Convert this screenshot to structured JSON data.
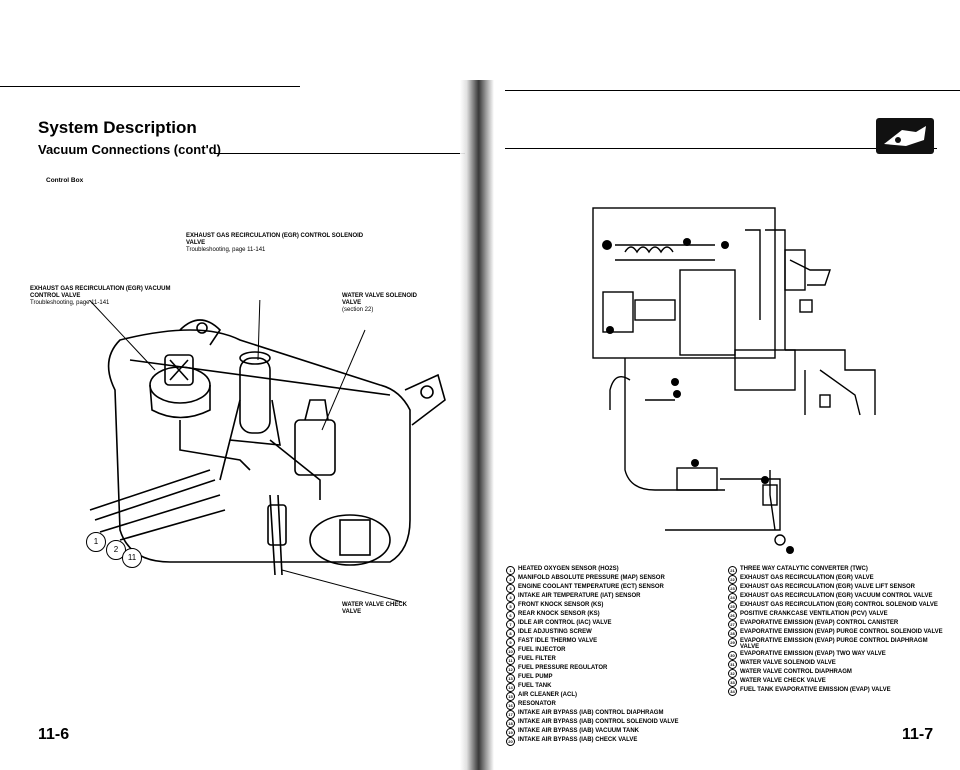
{
  "left_page": {
    "heading": "System Description",
    "subheading": "Vacuum Connections (cont'd)",
    "section_label": "Control Box",
    "callout_egr_solenoid": {
      "title": "EXHAUST GAS RECIRCULATION (EGR) CONTROL SOLENOID VALVE",
      "note": "Troubleshooting, page 11-141"
    },
    "callout_egr_vacuum": {
      "title": "EXHAUST GAS RECIRCULATION (EGR) VACUUM CONTROL VALVE",
      "note": "Troubleshooting, page 11-141"
    },
    "callout_water_solenoid": {
      "title": "WATER VALVE SOLENOID VALVE",
      "note": "(section 22)"
    },
    "callout_water_check": {
      "title": "WATER VALVE CHECK VALVE"
    },
    "numbered_callouts": [
      "1",
      "2",
      "11"
    ],
    "page_number": "11-6"
  },
  "right_page": {
    "page_number": "11-7",
    "legend_left": [
      {
        "n": "1",
        "text": "HEATED OXYGEN SENSOR (HO2S)"
      },
      {
        "n": "2",
        "text": "MANIFOLD ABSOLUTE PRESSURE (MAP) SENSOR"
      },
      {
        "n": "3",
        "text": "ENGINE COOLANT TEMPERATURE (ECT) SENSOR"
      },
      {
        "n": "4",
        "text": "INTAKE AIR TEMPERATURE (IAT) SENSOR"
      },
      {
        "n": "5",
        "text": "FRONT KNOCK SENSOR (KS)"
      },
      {
        "n": "6",
        "text": "REAR KNOCK SENSOR (KS)"
      },
      {
        "n": "7",
        "text": "IDLE AIR CONTROL (IAC) VALVE"
      },
      {
        "n": "8",
        "text": "IDLE ADJUSTING SCREW"
      },
      {
        "n": "9",
        "text": "FAST IDLE THERMO VALVE"
      },
      {
        "n": "10",
        "text": "FUEL INJECTOR"
      },
      {
        "n": "11",
        "text": "FUEL FILTER"
      },
      {
        "n": "12",
        "text": "FUEL PRESSURE REGULATOR"
      },
      {
        "n": "13",
        "text": "FUEL PUMP"
      },
      {
        "n": "14",
        "text": "FUEL TANK"
      },
      {
        "n": "15",
        "text": "AIR CLEANER (ACL)"
      },
      {
        "n": "16",
        "text": "RESONATOR"
      },
      {
        "n": "17",
        "text": "INTAKE AIR BYPASS (IAB) CONTROL DIAPHRAGM"
      },
      {
        "n": "18",
        "text": "INTAKE AIR BYPASS (IAB) CONTROL SOLENOID VALVE"
      },
      {
        "n": "19",
        "text": "INTAKE AIR BYPASS (IAB) VACUUM TANK"
      },
      {
        "n": "20",
        "text": "INTAKE AIR BYPASS (IAB) CHECK VALVE"
      }
    ],
    "legend_right": [
      {
        "n": "21",
        "text": "THREE WAY CATALYTIC CONVERTER (TWC)"
      },
      {
        "n": "22",
        "text": "EXHAUST GAS RECIRCULATION (EGR) VALVE"
      },
      {
        "n": "23",
        "text": "EXHAUST GAS RECIRCULATION (EGR) VALVE LIFT SENSOR"
      },
      {
        "n": "24",
        "text": "EXHAUST GAS RECIRCULATION (EGR) VACUUM CONTROL VALVE"
      },
      {
        "n": "25",
        "text": "EXHAUST GAS RECIRCULATION (EGR) CONTROL SOLENOID VALVE"
      },
      {
        "n": "26",
        "text": "POSITIVE CRANKCASE VENTILATION (PCV) VALVE"
      },
      {
        "n": "27",
        "text": "EVAPORATIVE EMISSION (EVAP) CONTROL CANISTER"
      },
      {
        "n": "28",
        "text": "EVAPORATIVE EMISSION (EVAP) PURGE CONTROL SOLENOID VALVE"
      },
      {
        "n": "29",
        "text": "EVAPORATIVE EMISSION (EVAP) PURGE CONTROL DIAPHRAGM VALVE"
      },
      {
        "n": "30",
        "text": "EVAPORATIVE EMISSION (EVAP) TWO WAY VALVE"
      },
      {
        "n": "31",
        "text": "WATER VALVE SOLENOID VALVE"
      },
      {
        "n": "32",
        "text": "WATER VALVE CONTROL DIAPHRAGM"
      },
      {
        "n": "33",
        "text": "WATER VALVE CHECK VALVE"
      },
      {
        "n": "34",
        "text": "FUEL TANK EVAPORATIVE EMISSION (EVAP) VALVE"
      }
    ],
    "logo_icon": "engine-emission-icon"
  }
}
